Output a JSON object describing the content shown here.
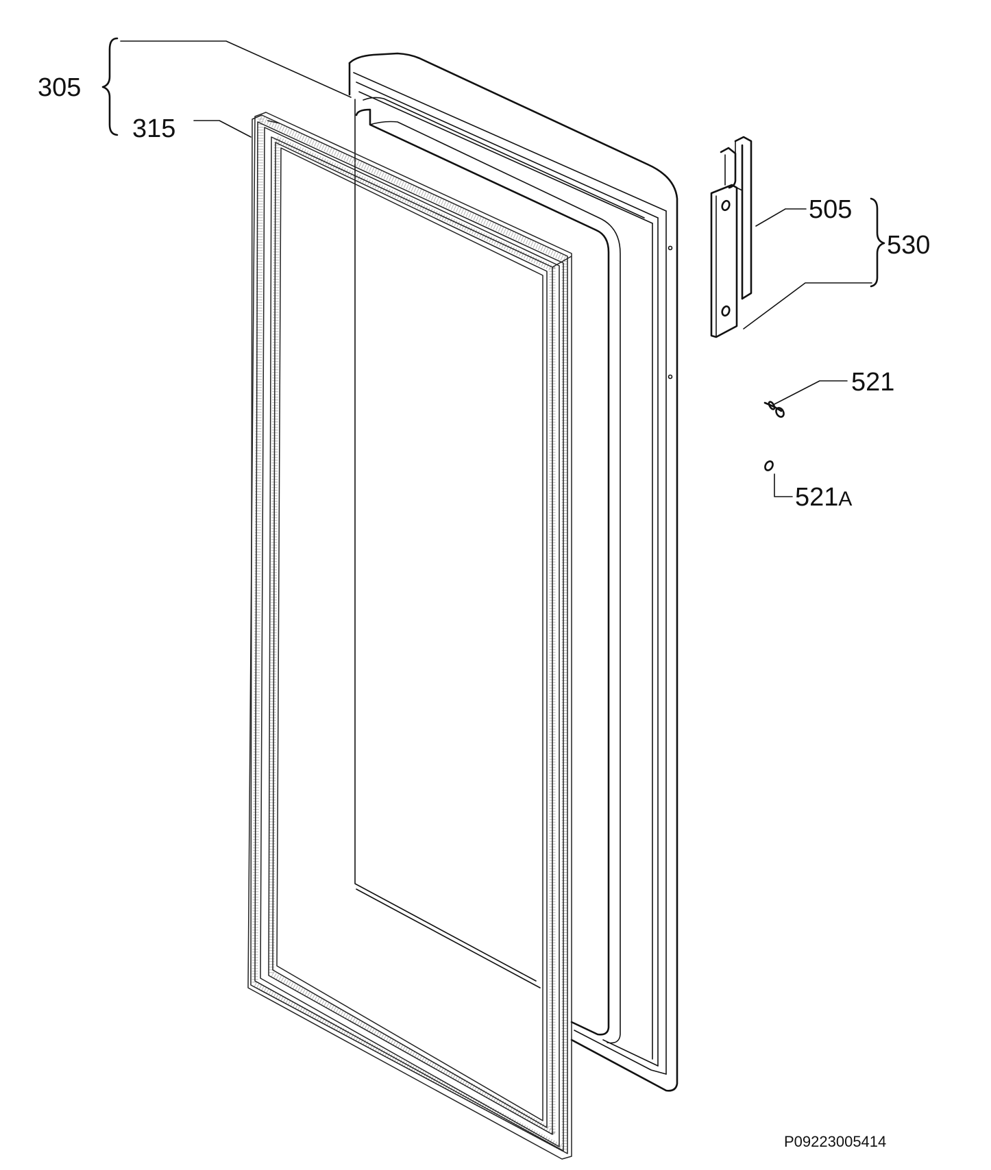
{
  "diagram": {
    "parts": [
      {
        "id": "door",
        "label": "305"
      },
      {
        "id": "gasket",
        "label": "315"
      },
      {
        "id": "hinge-bracket",
        "label": "505"
      },
      {
        "id": "hinge-kit",
        "label": "530"
      },
      {
        "id": "screw",
        "label": "521"
      },
      {
        "id": "washer",
        "label": "521",
        "suffix": "A"
      }
    ],
    "reference_code": "P09223005414",
    "colors": {
      "line": "#111111",
      "background": "#ffffff"
    }
  }
}
